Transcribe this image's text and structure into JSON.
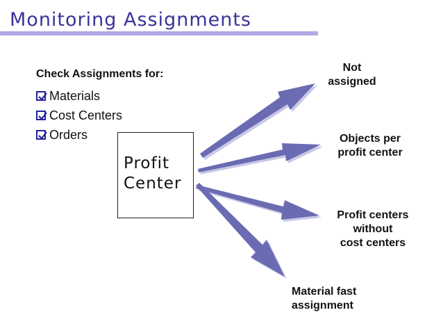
{
  "title": "Monitoring Assignments",
  "check_heading": "Check Assignments for:",
  "check_items": [
    {
      "label": "Materials",
      "checked": true
    },
    {
      "label": "Cost Centers",
      "checked": true
    },
    {
      "label": "Orders",
      "checked": true
    }
  ],
  "source_box": {
    "label": "Profit\nCenter"
  },
  "targets": [
    {
      "label": "Not\nassigned"
    },
    {
      "label": "Objects per\nprofit center"
    },
    {
      "label": "Profit centers\nwithout\ncost centers"
    },
    {
      "label": "Material fast\nassignment"
    }
  ],
  "colors": {
    "title": "#3a3399",
    "title_rule": "#b0a8e4",
    "arrow_fill": "#6b6bb3",
    "arrow_shadow": "#c8c8e6",
    "checkbox": "#222299"
  }
}
